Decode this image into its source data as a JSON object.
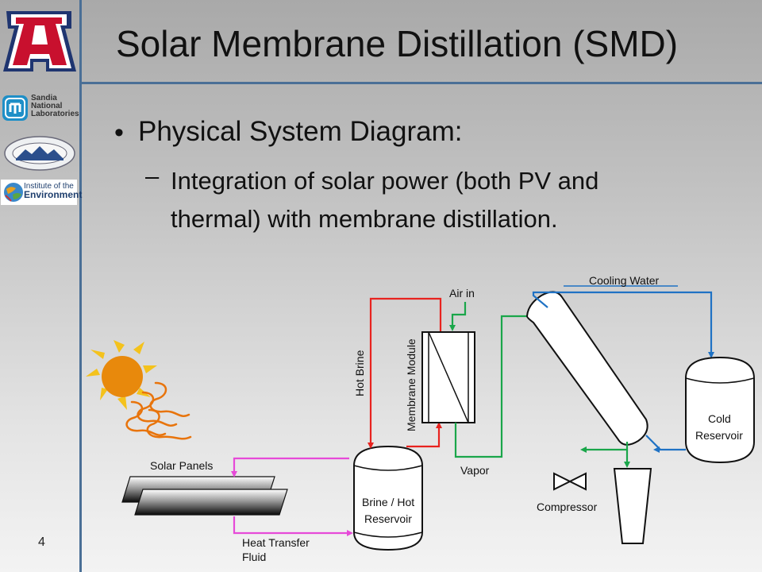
{
  "slide": {
    "title": "Solar Membrane Distillation (SMD)",
    "bullet": "Physical System Diagram:",
    "sub_bullet": "Integration of solar power (both PV and thermal) with membrane distillation.",
    "slide_number": "4",
    "bullet_symbol": "•",
    "dash_symbol": "–"
  },
  "logos": {
    "university": "A",
    "sandia": [
      "Sandia",
      "National",
      "Laboratories"
    ],
    "ioe": [
      "Institute of the",
      "Environment"
    ]
  },
  "diagram": {
    "labels": {
      "air_in": "Air in",
      "hot_brine": "Hot Brine",
      "membrane_module": "Membrane Module",
      "cooling_water": "Cooling Water",
      "cold_reservoir_1": "Cold",
      "cold_reservoir_2": "Reservoir",
      "solar_panels": "Solar Panels",
      "brine_hot_1": "Brine / Hot",
      "brine_hot_2": "Reservoir",
      "vapor": "Vapor",
      "compressor": "Compressor",
      "heat_transfer_1": "Heat Transfer",
      "heat_transfer_2": "Fluid"
    },
    "colors": {
      "hot_brine_line": "#e8231f",
      "vapor_line": "#1aa64a",
      "cooling_line": "#1f72c4",
      "heat_transfer_line": "#e64ad8",
      "sun": "#e8890c",
      "sun_rays": "#f4c21c",
      "heat_waves": "#e8740c",
      "accent_blue": "#4a6f96"
    }
  }
}
